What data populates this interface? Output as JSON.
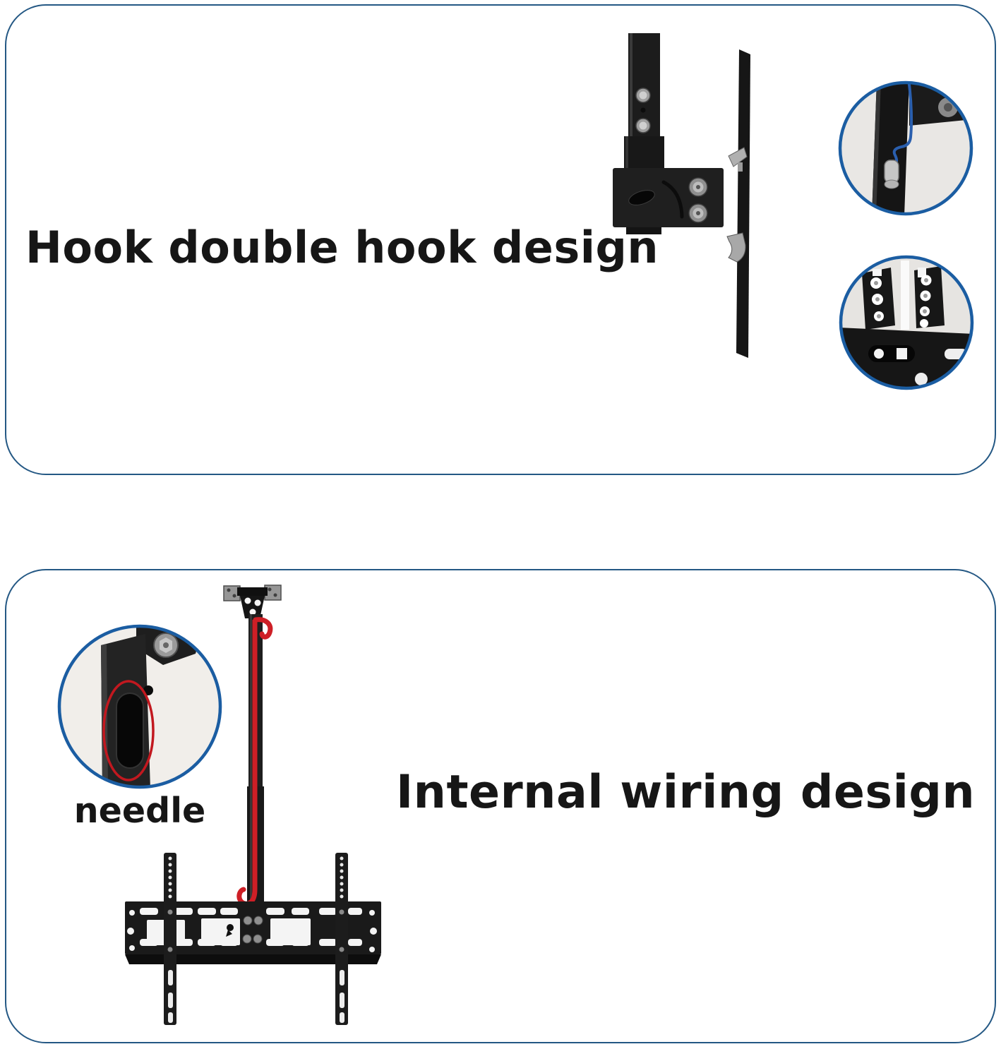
{
  "top_panel": {
    "title": "Hook double hook design",
    "callouts": [
      {
        "name": "double-hook-zoom"
      },
      {
        "name": "mounting-holes-zoom"
      }
    ]
  },
  "bottom_panel": {
    "title": "Internal wiring design",
    "callout_label": "needle"
  },
  "colors": {
    "panel_border": "#245884",
    "callout_ring": "#1b5da2",
    "text": "#161616",
    "accent_red": "#ce1f26",
    "wire_blue": "#2a5fae",
    "metal_silver": "#a8a8a8",
    "product_black": "#1a1a1a",
    "callout_background": "#ece9e6"
  }
}
